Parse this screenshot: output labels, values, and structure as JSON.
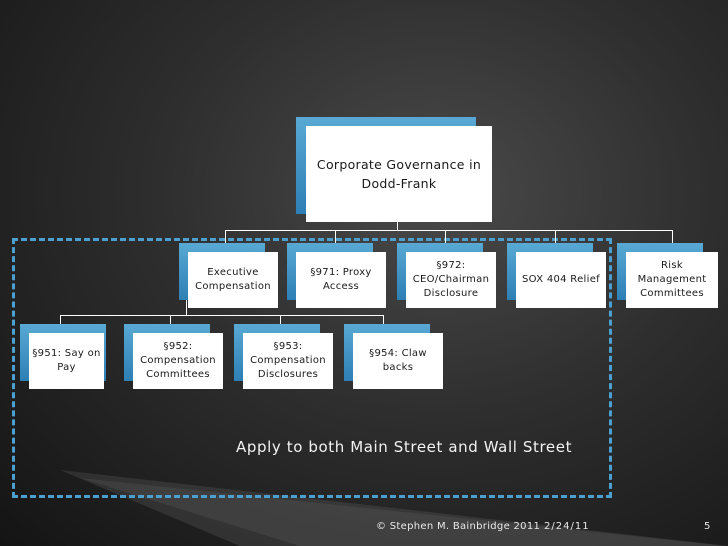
{
  "root": "Corporate Governance in\nDodd-Frank",
  "level2": [
    "Executive\nCompensation",
    "§971: Proxy\nAccess",
    "§972:\nCEO/Chairman\nDisclosure",
    "SOX 404 Relief",
    "Risk\nManagement\nCommittees"
  ],
  "level3": [
    "§951: Say on\nPay",
    "§952:\nCompensation\nCommittees",
    "§953:\nCompensation\nDisclosures",
    "§954: Claw\nbacks"
  ],
  "tagline": "Apply to both Main Street and Wall Street",
  "footer": {
    "copyright": "© Stephen M. Bainbridge 2011",
    "date": "2/24/11",
    "page": "5"
  },
  "colors": {
    "accent_blue": "#4ca0cf",
    "node_fill": "#ffffff",
    "background": "#2e2e2e"
  }
}
